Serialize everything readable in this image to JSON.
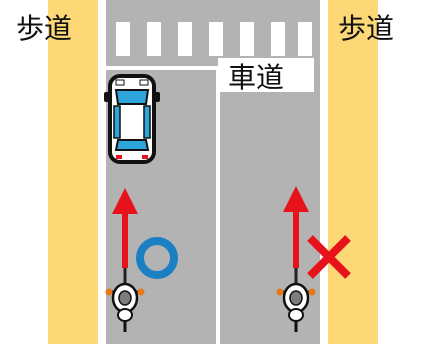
{
  "labels": {
    "sidewalk_left": "歩道",
    "sidewalk_right": "歩道",
    "roadway": "車道"
  },
  "marks": {
    "left_lane_judgement": "circle",
    "right_lane_judgement": "cross"
  },
  "colors": {
    "sidewalk": "#fcd876",
    "road": "#b3b3b3",
    "curb": "#ffffff",
    "arrow": "#e8121a",
    "ok_mark": "#1b7fc4",
    "ng_mark": "#e8121a",
    "car_body": "#ffffff",
    "car_window": "#2ea6dc",
    "car_outline": "#111111"
  }
}
